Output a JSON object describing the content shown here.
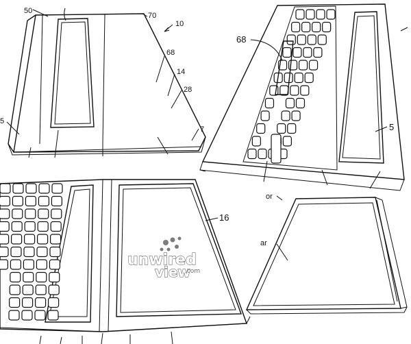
{
  "figure": {
    "labels": {
      "l50": "50",
      "l70": "70",
      "l10": "10",
      "l68a": "68",
      "l14": "14",
      "l28": "28",
      "l7": "7",
      "l5a": "5",
      "l68b": "68",
      "l5b": "5",
      "l16": "16",
      "lor": "or",
      "lar": "ar"
    },
    "watermark": {
      "line1": "unwired",
      "line2": "view",
      "suffix": ".com"
    }
  }
}
